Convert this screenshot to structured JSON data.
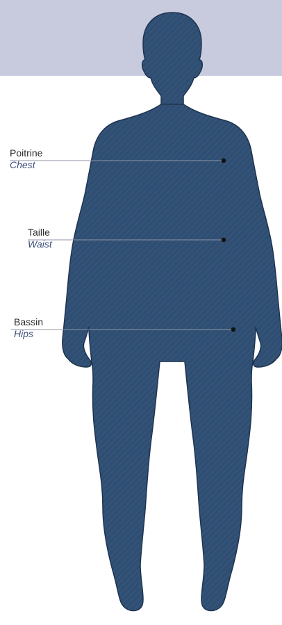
{
  "colors": {
    "band": "#c8cbde",
    "silhouette": "#2f4e72",
    "silhouette_outline": "#1e3350",
    "hatch": "#3d6089",
    "guide_line": "#8f96a6",
    "dot": "#111111",
    "label_fr": "#2b2b2b",
    "label_en": "#3d4f7c"
  },
  "measurements": [
    {
      "id": "chest",
      "label_fr": "Poitrine",
      "label_en": "Chest"
    },
    {
      "id": "waist",
      "label_fr": "Taille",
      "label_en": "Waist"
    },
    {
      "id": "hips",
      "label_fr": "Bassin",
      "label_en": "Hips"
    }
  ]
}
